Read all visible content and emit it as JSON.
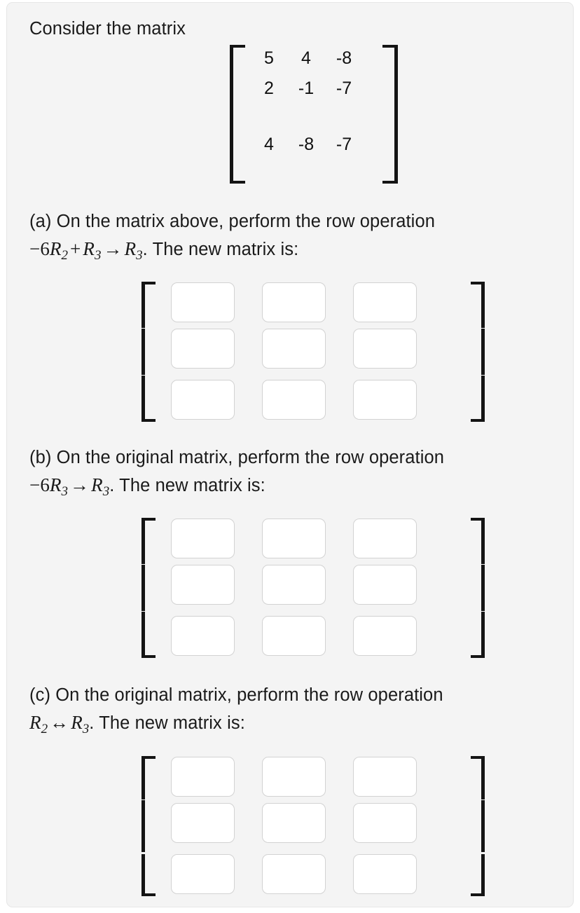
{
  "question": {
    "intro": "Consider the matrix",
    "given_matrix": {
      "rows": [
        [
          "5",
          "4",
          "-8"
        ],
        [
          "2",
          "-1",
          "-7"
        ],
        [
          "4",
          "-8",
          "-7"
        ]
      ],
      "left_bracket": "[",
      "right_bracket": "]"
    },
    "parts": [
      {
        "id": "a",
        "line1": "(a) On the matrix above, perform the row operation",
        "operation": {
          "coefficient": "−6",
          "var1": "R",
          "sub1": "2",
          "plus": "+",
          "var2": "R",
          "sub2": "3",
          "arrow": "→",
          "var3": "R",
          "sub3": "3"
        },
        "line2_tail": ". The new matrix is:",
        "answer_grid": [
          [
            "",
            "",
            ""
          ],
          [
            "",
            "",
            ""
          ],
          [
            "",
            "",
            ""
          ]
        ],
        "answer_placeholder": ""
      },
      {
        "id": "b",
        "line1": "(b) On the original matrix, perform the row operation",
        "operation": {
          "coefficient": "−6",
          "var1": "R",
          "sub1": "3",
          "arrow": "→",
          "var3": "R",
          "sub3": "3"
        },
        "line2_tail": ". The new matrix is:",
        "answer_grid": [
          [
            "",
            "",
            ""
          ],
          [
            "",
            "",
            ""
          ],
          [
            "",
            "",
            ""
          ]
        ],
        "answer_placeholder": ""
      },
      {
        "id": "c",
        "line1": "(c) On the original matrix, perform the row operation",
        "operation": {
          "var1": "R",
          "sub1": "2",
          "arrow": "↔",
          "var3": "R",
          "sub3": "3"
        },
        "line2_tail": ". The new matrix is:",
        "answer_grid": [
          [
            "",
            "",
            ""
          ],
          [
            "",
            "",
            ""
          ],
          [
            "",
            "",
            ""
          ]
        ],
        "answer_placeholder": ""
      }
    ]
  },
  "theme": {
    "card_background": "#f4f4f4",
    "page_background": "#ffffff",
    "text_color": "#1a1a1a",
    "bracket_color": "#141414",
    "input_border": "#d2d2d2",
    "input_background": "#ffffff"
  }
}
